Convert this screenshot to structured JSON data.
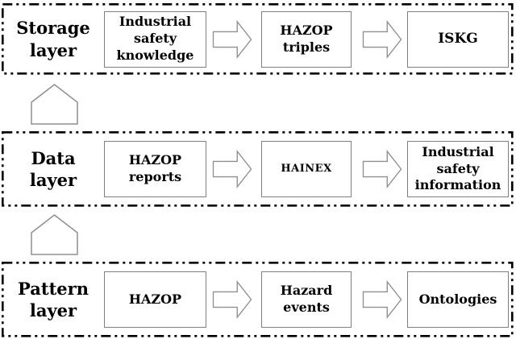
{
  "layers": [
    {
      "label": "Storage layer",
      "boxes": [
        "Industrial safety knowledge",
        "HAZOP triples",
        "ISKG"
      ]
    },
    {
      "label": "Data layer",
      "boxes": [
        "HAZOP reports",
        "HAINEX",
        "Industrial safety information"
      ]
    },
    {
      "label": "Pattern layer",
      "boxes": [
        "HAZOP",
        "Hazard events",
        "Ontologies"
      ]
    }
  ],
  "icons": {
    "flow_arrow": "right-block-arrow",
    "up_arrow": "pentagon-up-arrow"
  },
  "colors": {
    "band_border": "#000000",
    "box_border": "#7f7f7f",
    "arrow_outline": "#8f8f8f",
    "text": "#000000",
    "background": "#ffffff"
  }
}
